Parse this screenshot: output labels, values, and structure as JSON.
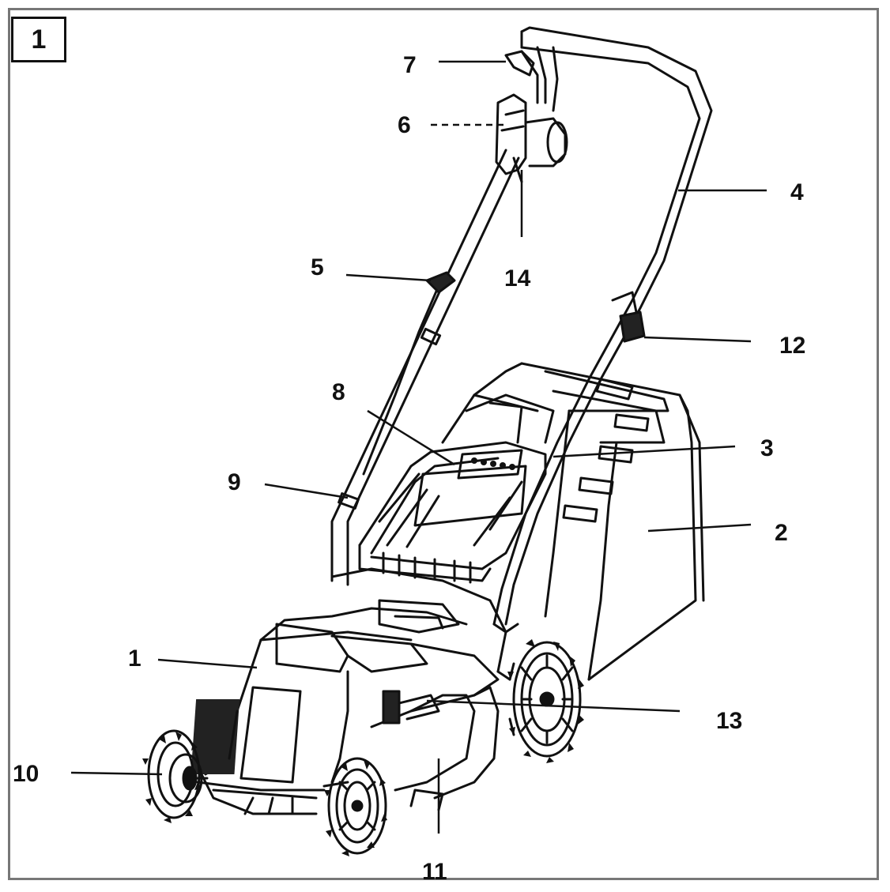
{
  "figure": {
    "number": "1"
  },
  "callouts": [
    {
      "id": "1",
      "label": "1"
    },
    {
      "id": "2",
      "label": "2"
    },
    {
      "id": "3",
      "label": "3"
    },
    {
      "id": "4",
      "label": "4"
    },
    {
      "id": "5",
      "label": "5"
    },
    {
      "id": "6",
      "label": "6"
    },
    {
      "id": "7",
      "label": "7"
    },
    {
      "id": "8",
      "label": "8"
    },
    {
      "id": "9",
      "label": "9"
    },
    {
      "id": "10",
      "label": "10"
    },
    {
      "id": "11",
      "label": "11"
    },
    {
      "id": "12",
      "label": "12"
    },
    {
      "id": "13",
      "label": "13"
    },
    {
      "id": "14",
      "label": "14"
    }
  ],
  "colors": {
    "line": "#111111",
    "frame": "#777777",
    "fill_dark": "#222222",
    "fill_light": "#ffffff"
  }
}
